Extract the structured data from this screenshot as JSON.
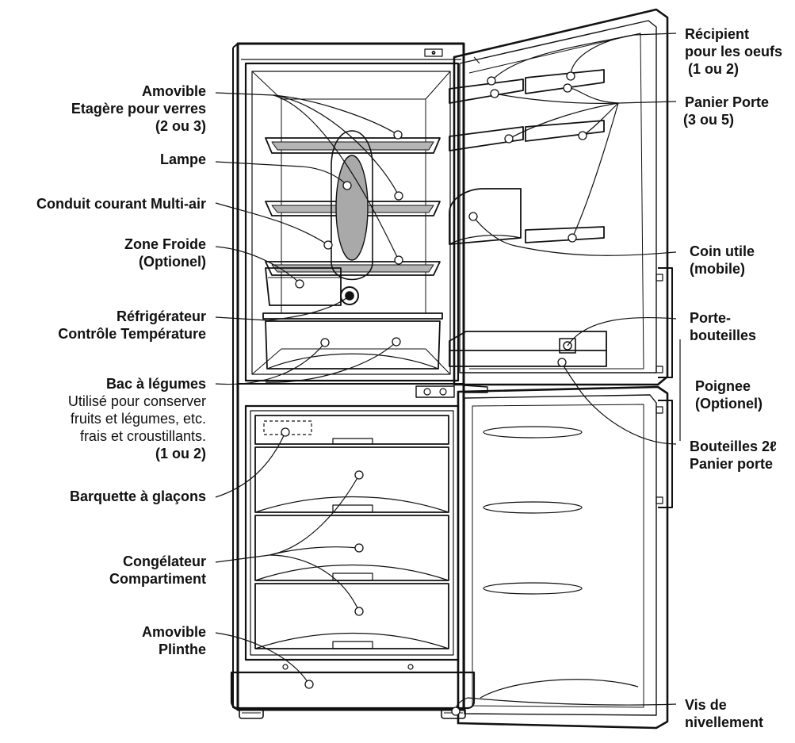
{
  "labels_left": {
    "amovible_etagere": {
      "lines": [
        "Amovible",
        "Etagère pour verres",
        "(2 ou 3)"
      ]
    },
    "lampe": {
      "lines": [
        "Lampe"
      ]
    },
    "conduit": {
      "lines": [
        "Conduit courant Multi-air"
      ]
    },
    "zone_froide": {
      "lines": [
        "Zone Froide",
        "(Optionel)"
      ]
    },
    "refrigerateur": {
      "lines": [
        "Réfrigérateur",
        "Contrôle Température"
      ]
    },
    "bac_legumes": {
      "title": "Bac à légumes",
      "desc": [
        "Utilisé pour conserver",
        "fruits et légumes, etc.",
        "frais et croustillants."
      ],
      "count": "(1 ou 2)"
    },
    "barquette": {
      "lines": [
        "Barquette à glaçons"
      ]
    },
    "congelateur": {
      "lines": [
        "Congélateur",
        "Compartiment"
      ]
    },
    "plinthe": {
      "lines": [
        "Amovible",
        "Plinthe"
      ]
    }
  },
  "labels_right": {
    "recipient": {
      "lines": [
        "Récipient",
        "pour les oeufs",
        "(1 ou 2)"
      ]
    },
    "panier_porte": {
      "lines": [
        "Panier Porte",
        "(3 ou 5)"
      ]
    },
    "coin_utile": {
      "lines": [
        "Coin utile",
        "(mobile)"
      ]
    },
    "porte_bouteilles": {
      "lines": [
        "Porte-",
        "bouteilles"
      ]
    },
    "poignee": {
      "lines": [
        "Poignee",
        "(Optionel)"
      ]
    },
    "bouteilles": {
      "lines": [
        "Bouteilles 2ℓ",
        "Panier porte"
      ]
    },
    "vis": {
      "lines": [
        "Vis de",
        "nivellement"
      ]
    }
  },
  "colors": {
    "line": "#111111",
    "shelf_glass": "#b5b5b5",
    "lamp": "#a9a9a9",
    "background": "#ffffff"
  }
}
